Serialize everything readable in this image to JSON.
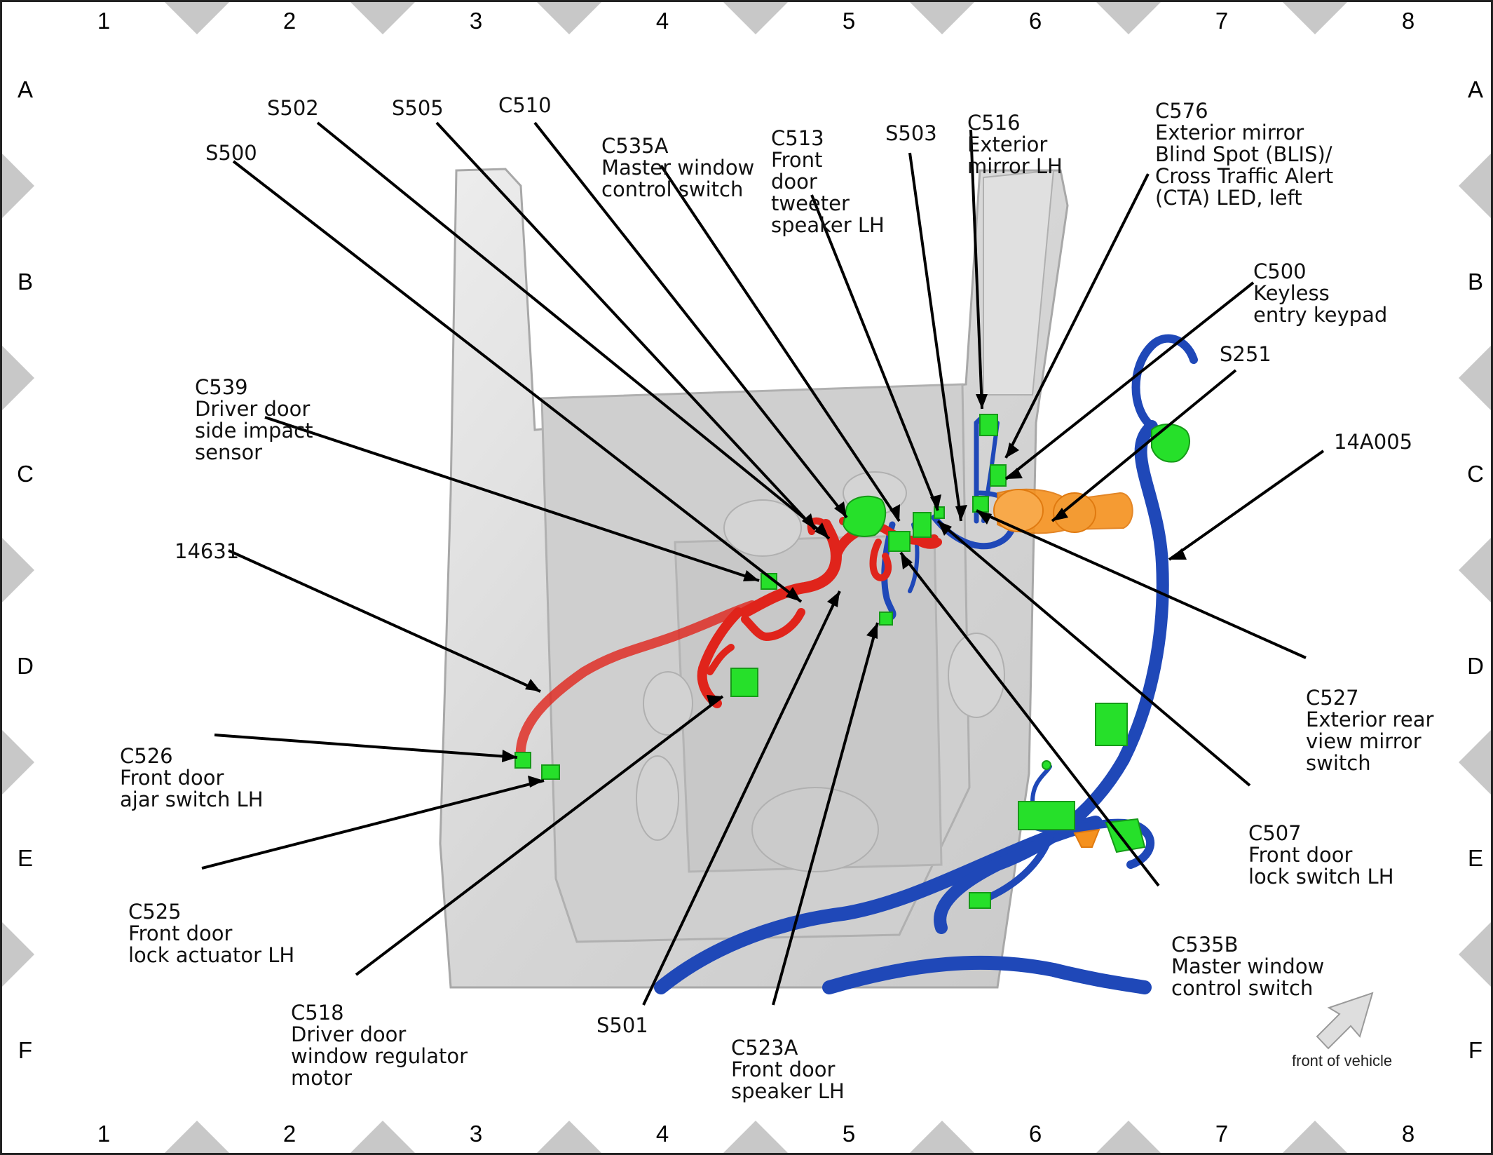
{
  "grid": {
    "columns": [
      "1",
      "2",
      "3",
      "4",
      "5",
      "6",
      "7",
      "8"
    ],
    "rows": [
      "A",
      "B",
      "C",
      "D",
      "E",
      "F"
    ]
  },
  "labels": {
    "s500": [
      "S500"
    ],
    "s502": [
      "S502"
    ],
    "s505": [
      "S505"
    ],
    "c510": [
      "C510"
    ],
    "c535a": [
      "C535A",
      "Master window",
      "control switch"
    ],
    "c513": [
      "C513",
      "Front",
      "door",
      "tweeter",
      "speaker LH"
    ],
    "s503": [
      "S503"
    ],
    "c516": [
      "C516",
      "Exterior",
      "mirror LH"
    ],
    "c576": [
      "C576",
      "Exterior mirror",
      "Blind Spot (BLIS)/",
      "Cross Traffic Alert",
      "(CTA) LED, left"
    ],
    "c500": [
      "C500",
      "Keyless",
      "entry keypad"
    ],
    "s251": [
      "S251"
    ],
    "w14a005": [
      "14A005"
    ],
    "c539": [
      "C539",
      "Driver door",
      "side impact",
      "sensor"
    ],
    "w14631": [
      "14631"
    ],
    "c526": [
      "C526",
      "Front door",
      "ajar switch LH"
    ],
    "c525": [
      "C525",
      "Front door",
      "lock actuator LH"
    ],
    "c518": [
      "C518",
      "Driver door",
      "window regulator",
      "motor"
    ],
    "s501": [
      "S501"
    ],
    "c523a": [
      "C523A",
      "Front door",
      "speaker LH"
    ],
    "c527": [
      "C527",
      "Exterior rear",
      "view mirror",
      "switch"
    ],
    "c507": [
      "C507",
      "Front door",
      "lock switch LH"
    ],
    "c535b": [
      "C535B",
      "Master window",
      "control switch"
    ]
  },
  "orientation": {
    "label": "front of vehicle"
  },
  "colors": {
    "harness_red": "#e0241b",
    "harness_blue": "#1f48b8",
    "harness_orange": "#f5911e",
    "connector_green": "#26e02a",
    "door_panel": "#d9d9d9",
    "grid_marker": "#c8c8c8"
  }
}
